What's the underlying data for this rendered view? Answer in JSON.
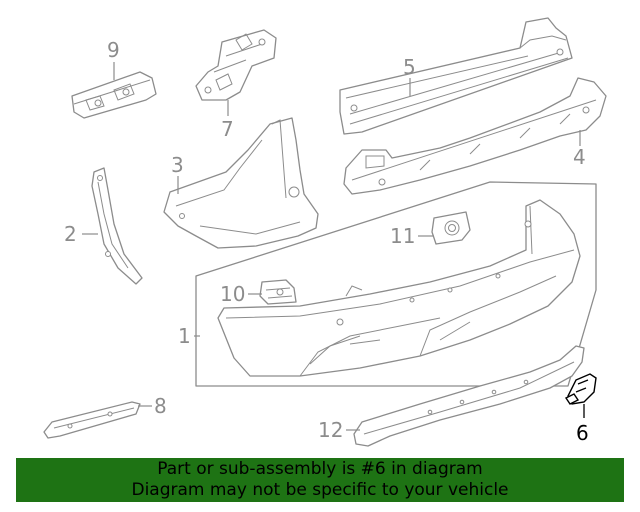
{
  "callouts": {
    "c1": "1",
    "c2": "2",
    "c3": "3",
    "c4": "4",
    "c5": "5",
    "c6": "6",
    "c7": "7",
    "c8": "8",
    "c9": "9",
    "c10": "10",
    "c11": "11",
    "c12": "12"
  },
  "highlighted_part": "6",
  "banner": {
    "line1": "Part or sub-assembly is #6 in diagram",
    "line2": "Diagram may not be specific to your vehicle",
    "background": "#1e7314"
  },
  "colors": {
    "part_line": "#8c8c8c",
    "highlight_line": "#000000"
  }
}
